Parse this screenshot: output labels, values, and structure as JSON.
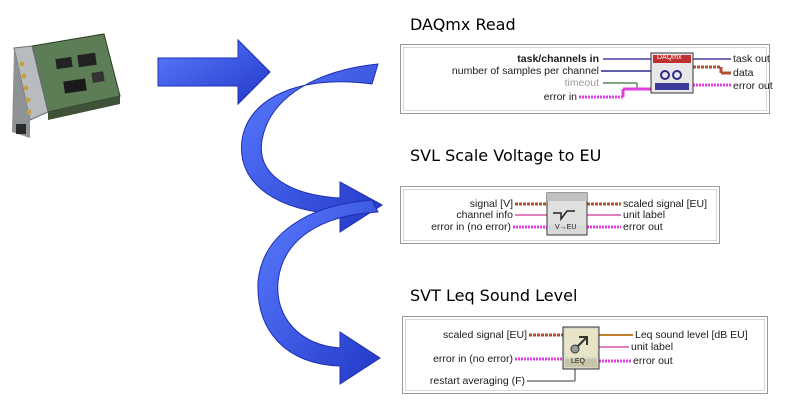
{
  "colors": {
    "arrow_fill": "#3a5fe6",
    "arrow_dark": "#1e2fb0",
    "wire_data": "#7a1a1a",
    "wire_error": "#e040e0",
    "wire_task": "#4b3aa0",
    "wire_string": "#e080c0"
  },
  "hardware": {
    "icon": "daq-pxi-card-icon"
  },
  "daqmx_read": {
    "title": "DAQmx Read",
    "inputs": [
      "task/channels in",
      "number of samples per channel",
      "timeout",
      "error in"
    ],
    "outputs": [
      "task out",
      "data",
      "error out"
    ],
    "icon_label": "DAQmx"
  },
  "svl_scale": {
    "title": "SVL Scale Voltage to EU",
    "inputs": [
      "signal [V]",
      "channel info",
      "error in (no error)"
    ],
    "outputs": [
      "scaled signal [EU]",
      "unit label",
      "error out"
    ],
    "icon_label": "V→EU"
  },
  "svt_leq": {
    "title": "SVT Leq Sound Level",
    "inputs": [
      "scaled signal [EU]",
      "error in (no error)",
      "restart averaging (F)"
    ],
    "outputs": [
      "Leq sound level [dB EU]",
      "unit label",
      "error out"
    ],
    "icon_label": "LEQ"
  }
}
